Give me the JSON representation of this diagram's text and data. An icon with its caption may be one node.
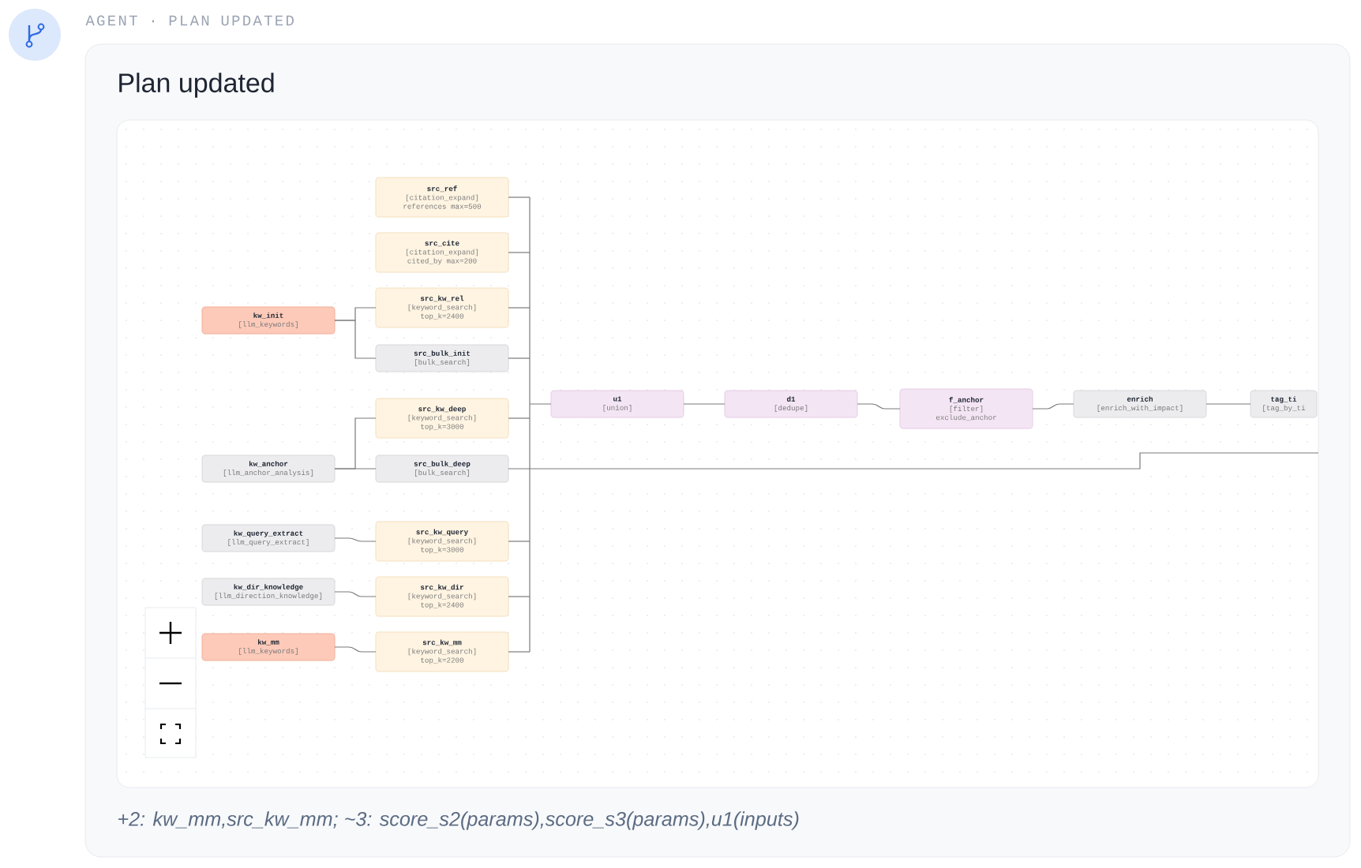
{
  "diagram": {
    "title": "Plan updated",
    "caption": "+2: kw_mm,src_kw_mm; ~3: score_s2(params),score_s3(params),u1(inputs)",
    "labels": [
      "AGENT · PLAN UPDATED"
    ],
    "nodes": [
      {
        "text": [
          "kw_init",
          "[llm_keywords]"
        ]
      },
      {
        "text": [
          "kw_anchor",
          "[llm_anchor_analysis]"
        ]
      },
      {
        "text": [
          "kw_query_extract",
          "[llm_query_extract]"
        ]
      },
      {
        "text": [
          "kw_dir_knowledge",
          "[llm_direction_knowledge]"
        ]
      },
      {
        "text": [
          "kw_mm",
          "[llm_keywords]"
        ]
      },
      {
        "text": [
          "src_ref",
          "[citation_expand]",
          "references max=500"
        ]
      },
      {
        "text": [
          "src_cite",
          "[citation_expand]",
          "cited_by max=200"
        ]
      },
      {
        "text": [
          "src_kw_rel",
          "[keyword_search]",
          "top_k=2400"
        ]
      },
      {
        "text": [
          "src_bulk_init",
          "[bulk_search]"
        ]
      },
      {
        "text": [
          "src_kw_deep",
          "[keyword_search]",
          "top_k=3000"
        ]
      },
      {
        "text": [
          "src_bulk_deep",
          "[bulk_search]"
        ]
      },
      {
        "text": [
          "src_kw_query",
          "[keyword_search]",
          "top_k=3000"
        ]
      },
      {
        "text": [
          "src_kw_dir",
          "[keyword_search]",
          "top_k=2400"
        ]
      },
      {
        "text": [
          "src_kw_mm",
          "[keyword_search]",
          "top_k=2200"
        ]
      },
      {
        "text": [
          "u1",
          "[union]"
        ]
      },
      {
        "text": [
          "d1",
          "[dedupe]"
        ]
      },
      {
        "text": [
          "f_anchor",
          "[filter]",
          "exclude_anchor"
        ]
      },
      {
        "text": [
          "enrich",
          "[enrich_with_impact]"
        ]
      },
      {
        "text": [
          "tag_ti",
          "[tag_by_ti"
        ]
      }
    ],
    "edges": [
      {
        "from": 0,
        "to": 7,
        "arrow": "none"
      },
      {
        "from": 0,
        "to": 8,
        "arrow": "none"
      },
      {
        "from": 1,
        "to": 9,
        "arrow": "none"
      },
      {
        "from": 1,
        "to": 10,
        "arrow": "none"
      },
      {
        "from": 2,
        "to": 11,
        "arrow": "none"
      },
      {
        "from": 3,
        "to": 12,
        "arrow": "none"
      },
      {
        "from": 4,
        "to": 13,
        "arrow": "none"
      },
      {
        "from": 5,
        "to": 14,
        "arrow": "none"
      },
      {
        "from": 6,
        "to": 14,
        "arrow": "none"
      },
      {
        "from": 7,
        "to": 14,
        "arrow": "none"
      },
      {
        "from": 8,
        "to": 14,
        "arrow": "none"
      },
      {
        "from": 9,
        "to": 14,
        "arrow": "none"
      },
      {
        "from": 11,
        "to": 14,
        "arrow": "none"
      },
      {
        "from": 12,
        "to": 14,
        "arrow": "none"
      },
      {
        "from": 13,
        "to": 14,
        "arrow": "none"
      },
      {
        "from": 10,
        "to": null,
        "arrow": "none"
      },
      {
        "from": 14,
        "to": 15,
        "arrow": "none"
      },
      {
        "from": 15,
        "to": 16,
        "arrow": "none"
      },
      {
        "from": 16,
        "to": 17,
        "arrow": "none"
      },
      {
        "from": 17,
        "to": 18,
        "arrow": "none"
      }
    ]
  }
}
